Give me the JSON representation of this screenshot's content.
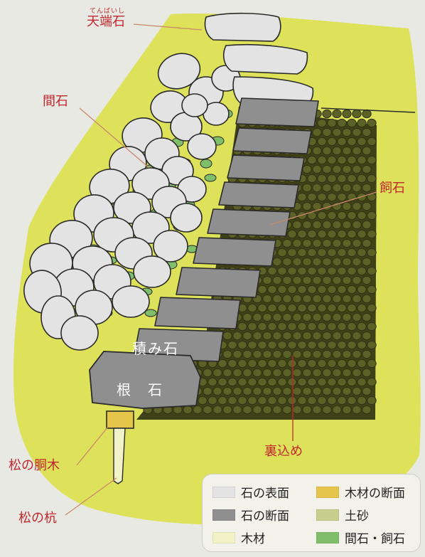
{
  "labels": {
    "tenbaishi": "天端石",
    "tenbaishi_ruby": "てんばいし",
    "aiishi": "間石",
    "kaiishi": "飼石",
    "tsumiishi": "積み石",
    "neishi": "根　石",
    "uragome": "裏込め",
    "dougi": "松の胴木",
    "kui": "松の杭"
  },
  "legend": [
    {
      "label": "石の表面",
      "color": "#e3e3e3"
    },
    {
      "label": "木材の断面",
      "color": "#e6c64a"
    },
    {
      "label": "石の断面",
      "color": "#8f8f8f"
    },
    {
      "label": "土砂",
      "color": "#c8cf8c"
    },
    {
      "label": "木材",
      "color": "#f2f2c8"
    },
    {
      "label": "間石・飼石",
      "color": "#7fbf6a"
    }
  ],
  "colors": {
    "background": "#e9e9e3",
    "ground": "#dde25a",
    "stone_face": "#e3e3e3",
    "stone_section": "#8f8f8f",
    "fill_stone": "#5c6128",
    "gap_stone": "#7fbf6a",
    "label": "#c1272d"
  }
}
